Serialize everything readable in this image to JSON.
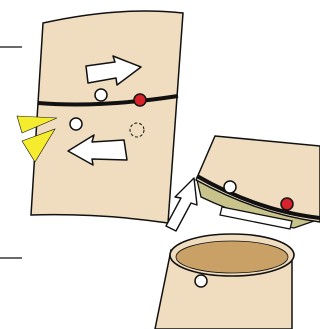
{
  "figure": {
    "step_one": {
      "tube": "tube-upper",
      "rotation_arrows": [
        "right-arrow",
        "left-arrow"
      ],
      "release_tabs": "yellow-triangles",
      "markers": [
        "white-dot-lower",
        "white-dot-upper",
        "red-dot",
        "dashed-circle"
      ]
    },
    "step_two": {
      "lift_arrow": "up-arrow",
      "parts": [
        "upper-section",
        "lower-section"
      ],
      "markers": [
        "white-dot",
        "red-dot"
      ]
    }
  },
  "colors": {
    "tube": "#f0dcbf",
    "outline": "#111111",
    "red_marker": "#d9232a",
    "yellow_tab": "#f5ec2e",
    "olive_ring": "#c8c38a",
    "tube_interior": "#c9a066",
    "arrow_fill": "#ffffff"
  }
}
